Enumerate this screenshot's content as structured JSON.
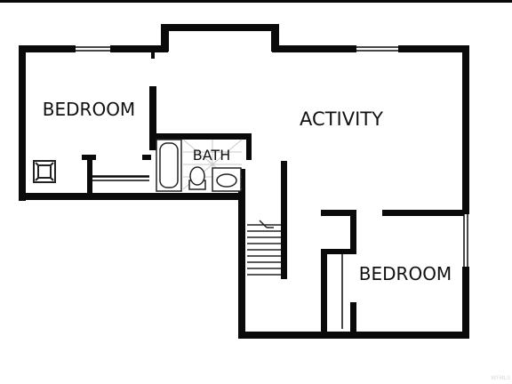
{
  "colors": {
    "wall": "#0a0a0a",
    "background": "#ffffff",
    "fixture": "#222222",
    "tile_grid": "#c8c8c8",
    "watermark": "#d9d9d9"
  },
  "rooms": {
    "bedroom_left": {
      "label": "BEDROOM"
    },
    "activity": {
      "label": "ACTIVITY"
    },
    "bath": {
      "label": "BATH"
    },
    "bedroom_right": {
      "label": "BEDROOM"
    }
  },
  "fixtures": {
    "bathtub": "bathtub-icon",
    "toilet": "toilet-icon",
    "sink": "sink-icon",
    "water_heater": "water-heater-icon",
    "stairs": "stairs-icon"
  },
  "watermark": {
    "text": "WFMLS"
  }
}
